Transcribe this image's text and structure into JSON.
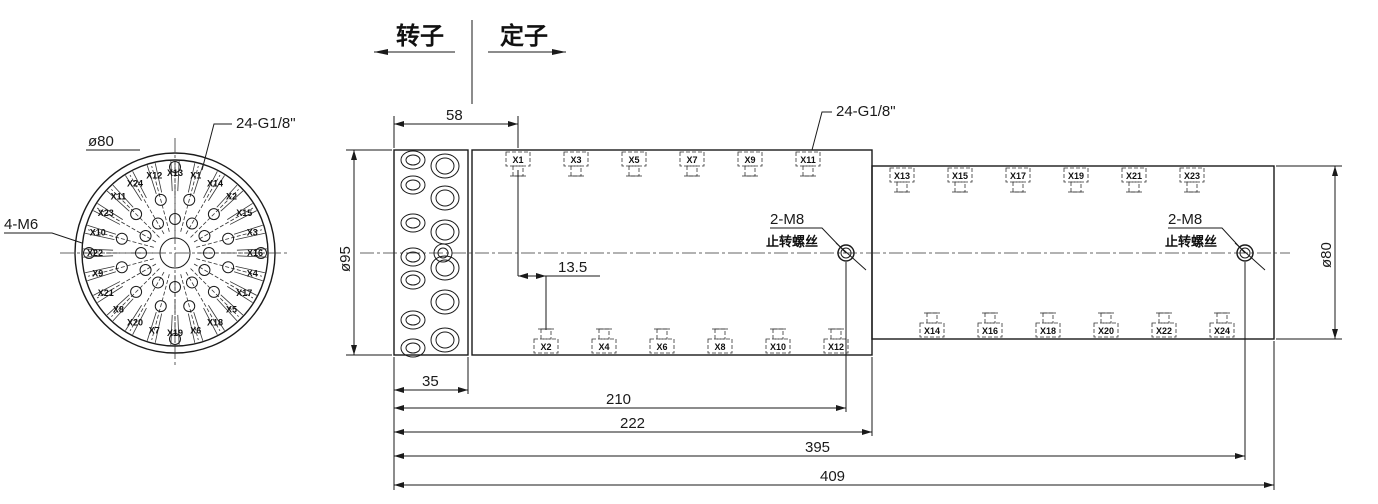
{
  "header": {
    "rotor_label": "转子",
    "stator_label": "定子"
  },
  "end_view": {
    "diameter_label": "ø80",
    "thread_callout": "24-G1/8\"",
    "mount_callout": "4-M6",
    "port_labels": [
      "X13",
      "X1",
      "X14",
      "X2",
      "X15",
      "X3",
      "X16",
      "X4",
      "X17",
      "X5",
      "X18",
      "X6",
      "X19",
      "X7",
      "X20",
      "X8",
      "X21",
      "X9",
      "X22",
      "X10",
      "X23",
      "X11",
      "X24",
      "X12"
    ]
  },
  "side_view": {
    "dims": {
      "d58": "58",
      "d13_5": "13.5",
      "d35": "35",
      "d210": "210",
      "d222": "222",
      "d395": "395",
      "d409": "409",
      "phi95": "ø95",
      "phi80": "ø80"
    },
    "thread_callout": "24-G1/8\"",
    "stop_screw_a": {
      "size": "2-M8",
      "name": "止转螺丝"
    },
    "stop_screw_b": {
      "size": "2-M8",
      "name": "止转螺丝"
    },
    "ports_top_a": [
      "X1",
      "X3",
      "X5",
      "X7",
      "X9",
      "X11"
    ],
    "ports_bottom_a": [
      "X2",
      "X4",
      "X6",
      "X8",
      "X10",
      "X12"
    ],
    "ports_top_b": [
      "X13",
      "X15",
      "X17",
      "X19",
      "X21",
      "X23"
    ],
    "ports_bottom_b": [
      "X14",
      "X16",
      "X18",
      "X20",
      "X22",
      "X24"
    ]
  }
}
